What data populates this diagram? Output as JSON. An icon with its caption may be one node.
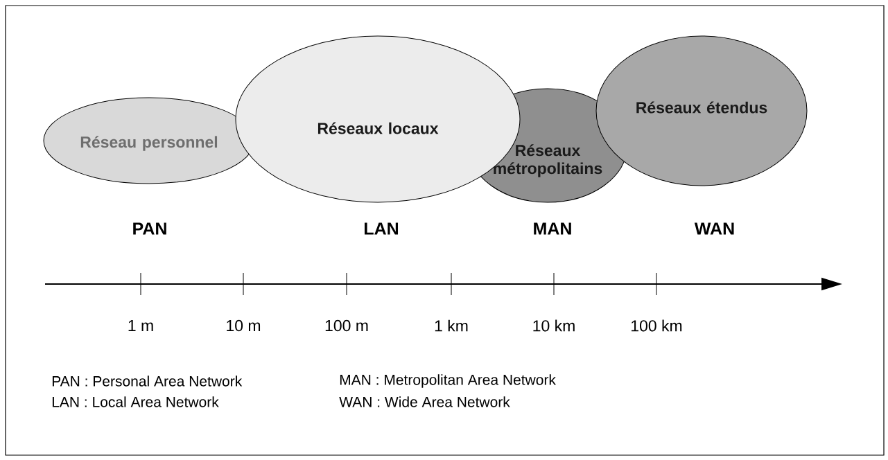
{
  "diagram": {
    "nodes": [
      {
        "text": [
          "Réseau personnel"
        ]
      },
      {
        "text": [
          "Réseaux locaux"
        ]
      },
      {
        "text": [
          "Réseaux métropolitains"
        ]
      },
      {
        "text": [
          "Réseaux étendus"
        ]
      }
    ],
    "labels": [
      "PAN",
      "LAN",
      "MAN",
      "WAN",
      "1 m",
      "10 m",
      "100 m",
      "1 km",
      "10 km",
      "100 km",
      "PAN : Personal Area Network",
      "MAN : Metropolitan Area Network",
      "LAN : Local Area Network",
      "WAN : Wide Area Network"
    ]
  }
}
